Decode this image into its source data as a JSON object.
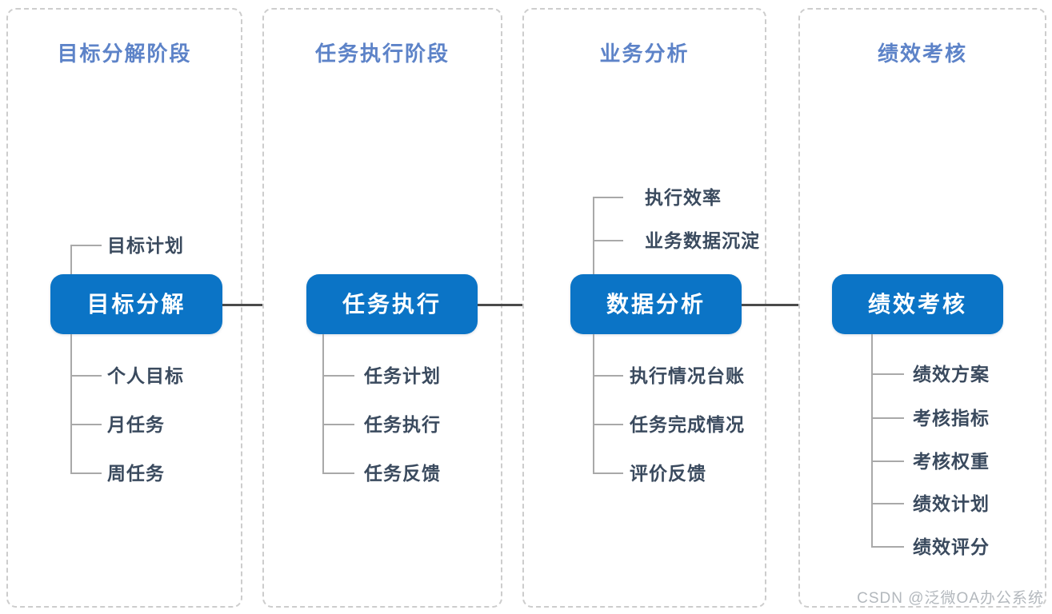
{
  "watermark": "CSDN @泛微OA办公系统",
  "colors": {
    "node_fill": "#0b74c6",
    "node_text": "#ffffff",
    "stage_title": "#5d83c8",
    "branch_text": "#3a4a5e",
    "branch_line": "#a9a9a9",
    "arrow": "#4a4a4a",
    "panel_border": "#cdcdcd",
    "watermark_text": "#b3b8bd"
  },
  "columns": [
    {
      "id": "goal-decomposition-stage",
      "title": "目标分解阶段",
      "node": "目标分解",
      "branches_above": [
        "目标计划"
      ],
      "branches_below": [
        "个人目标",
        "月任务",
        "周任务"
      ]
    },
    {
      "id": "task-execution-stage",
      "title": "任务执行阶段",
      "node": "任务执行",
      "branches_above": [],
      "branches_below": [
        "任务计划",
        "任务执行",
        "任务反馈"
      ]
    },
    {
      "id": "business-analysis",
      "title": "业务分析",
      "node": "数据分析",
      "branches_above": [
        "执行效率",
        "业务数据沉淀"
      ],
      "branches_below": [
        "执行情况台账",
        "任务完成情况",
        "评价反馈"
      ]
    },
    {
      "id": "performance-review",
      "title": "绩效考核",
      "node": "绩效考核",
      "branches_above": [],
      "branches_below": [
        "绩效方案",
        "考核指标",
        "考核权重",
        "绩效计划",
        "绩效评分"
      ]
    }
  ]
}
